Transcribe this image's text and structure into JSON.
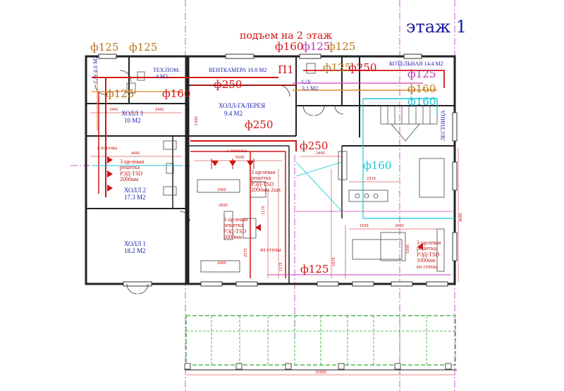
{
  "floor_title": "этаж 1",
  "rise_label": "подъем на 2 этаж",
  "rooms": {
    "tech": "ТЕХ.ПОМ.",
    "tech_area": "4 М2",
    "su_left": "С/У 6.6 М2",
    "ventkamera": "ВЕНТКАМЕРА 10.8 М2",
    "p1": "П1",
    "su_mid": "С/У",
    "su_mid_area": "3.1 М2",
    "boiler": "КОТЕЛЬНАЯ 14.4 М2",
    "stairs": "ЛЕСТНИЦА",
    "hall_gallery": "ХОЛЛ-ГАЛЕРЕЯ",
    "hall_gallery_area": "9.4 М2",
    "hall3": "ХОЛЛ 3",
    "hall3_area": "10 М2",
    "hall2": "ХОЛЛ 2",
    "hall2_area": "17.3 М2",
    "hall1": "ХОЛЛ 1",
    "hall1_area": "18.2 М2"
  },
  "ducts": {
    "top_or_1": "ф125",
    "top_or_2": "ф125",
    "top_red_160": "ф160",
    "top_mg_125": "ф125",
    "top_or_3": "ф125",
    "sanuzel_or": "ф125",
    "vent_red_250": "ф250",
    "boiler_red_250": "ф250",
    "boiler_mg_125": "ф125",
    "boiler_or_160": "ф160",
    "boiler_cy_160": "ф160",
    "left_or_125": "ф125",
    "left_red_160": "ф160",
    "gallery_red_250": "ф250",
    "center_red_250": "ф250",
    "kitchen_cy_160": "ф160",
    "bottom_red_125": "ф125"
  },
  "notes": {
    "ceiling_left": "с потолка",
    "ceiling_center": "с потолка"
  },
  "grilles": {
    "left": "3 щелевая\nрешетка\nРЭД-TSD\n2000мм",
    "center_top": "3 щелевая\nрешетка\nРЭД-TSD\n2000мм 2шт.",
    "center_mid": "3 щелевая\nрешетка\nРЭД-TSD\n2000мм",
    "center_mid_from": "из стены",
    "right": "3 щелевая\nрешетка\nРЭД-TSD\n1000мм\nиз стены"
  },
  "dims": {
    "hall3_w1": "2442",
    "hall3_w2": "2442",
    "hall2_w": "4442",
    "vent_w": "5540",
    "gallery_h": "1300",
    "kitchen_w": "2400",
    "kitchen_table": "2319",
    "dining_w1": "1500",
    "dining_w2": "2000",
    "dining_h": "1000",
    "sofa_w1": "2400",
    "sofa_w2": "2400",
    "living_w": "2600",
    "vert_1": "1175",
    "vert_2": "1175",
    "vert_3": "2575",
    "vert_4": "1675",
    "right_h": "4690",
    "terrace_w": "15000"
  }
}
